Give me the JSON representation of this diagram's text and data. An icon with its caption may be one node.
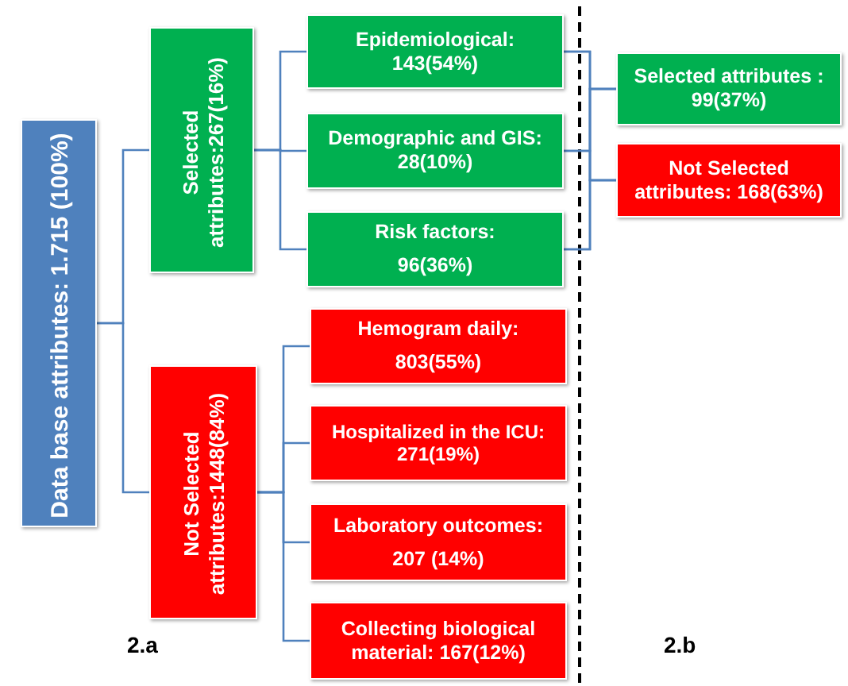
{
  "diagram": {
    "nodes": [
      {
        "text": [
          "Data base attributes: 1.715 (100%)"
        ]
      },
      {
        "text": [
          "Selected attributes:267(16%)"
        ]
      },
      {
        "text": [
          "Not Selected attributes:1448(84%)"
        ]
      },
      {
        "text": [
          "Epidemiological:",
          "143(54%)"
        ]
      },
      {
        "text": [
          "Demographic and GIS:",
          "28(10%)"
        ]
      },
      {
        "text": [
          "Risk factors:",
          "96(36%)"
        ]
      },
      {
        "text": [
          "Hemogram daily:",
          "803(55%)"
        ]
      },
      {
        "text": [
          "Hospitalized in the ICU:",
          "271(19%)"
        ]
      },
      {
        "text": [
          "Laboratory outcomes:",
          "207 (14%)"
        ]
      },
      {
        "text": [
          "Collecting biological material: 167(12%)"
        ]
      },
      {
        "text": [
          "Selected attributes : 99(37%)"
        ]
      },
      {
        "text": [
          "Not Selected attributes: 168(63%)"
        ]
      }
    ],
    "edges": [
      {
        "from": 0,
        "to": 1,
        "arrow": "none"
      },
      {
        "from": 0,
        "to": 2,
        "arrow": "none"
      },
      {
        "from": 1,
        "to": 3,
        "arrow": "none"
      },
      {
        "from": 1,
        "to": 4,
        "arrow": "none"
      },
      {
        "from": 1,
        "to": 5,
        "arrow": "none"
      },
      {
        "from": 2,
        "to": 6,
        "arrow": "none"
      },
      {
        "from": 2,
        "to": 7,
        "arrow": "none"
      },
      {
        "from": 2,
        "to": 8,
        "arrow": "none"
      },
      {
        "from": 2,
        "to": 9,
        "arrow": "none"
      },
      {
        "from": 3,
        "to": 10,
        "arrow": "none"
      },
      {
        "from": 3,
        "to": 11,
        "arrow": "none"
      },
      {
        "from": 4,
        "to": 10,
        "arrow": "none"
      },
      {
        "from": 4,
        "to": 11,
        "arrow": "none"
      },
      {
        "from": 5,
        "to": 10,
        "arrow": "none"
      },
      {
        "from": 5,
        "to": 11,
        "arrow": "none"
      }
    ],
    "labels": [
      "2.a",
      "2.b"
    ]
  }
}
